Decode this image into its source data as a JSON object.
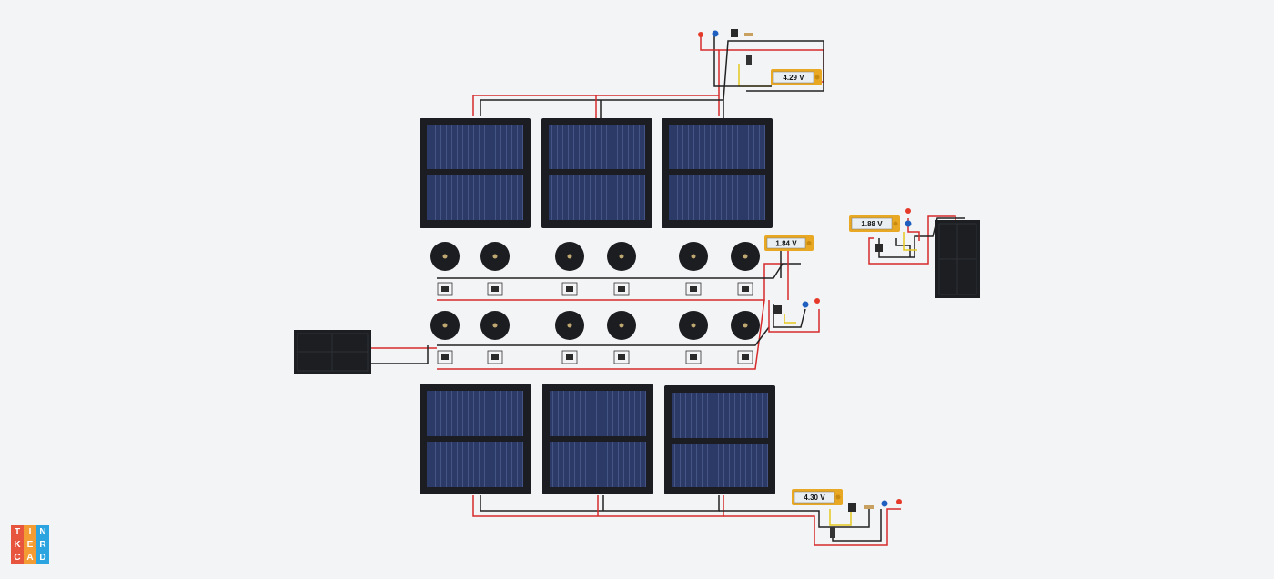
{
  "app": {
    "logo_letters": [
      "T",
      "I",
      "N",
      "K",
      "E",
      "R",
      "C",
      "A",
      "D"
    ],
    "logo_colors": [
      "#e8553e",
      "#f39c34",
      "#2ba4e0",
      "#e8553e",
      "#f39c34",
      "#2ba4e0",
      "#e8553e",
      "#f39c34",
      "#2ba4e0"
    ]
  },
  "multimeters": [
    {
      "id": "top",
      "reading": "4.29 V"
    },
    {
      "id": "middle",
      "reading": "1.84 V"
    },
    {
      "id": "right",
      "reading": "1.88 V"
    },
    {
      "id": "bottom",
      "reading": "4.30 V"
    }
  ],
  "components": {
    "solar_panels": 6,
    "piezo_buzzers": 12,
    "battery_packs": 2
  },
  "colors": {
    "wire_red": "#d62b2b",
    "wire_black": "#222222",
    "wire_yellow": "#e6c81e",
    "panel_cell": "#2b3a66",
    "panel_frame": "#1b1d22",
    "meter_body": "#e8a824"
  }
}
